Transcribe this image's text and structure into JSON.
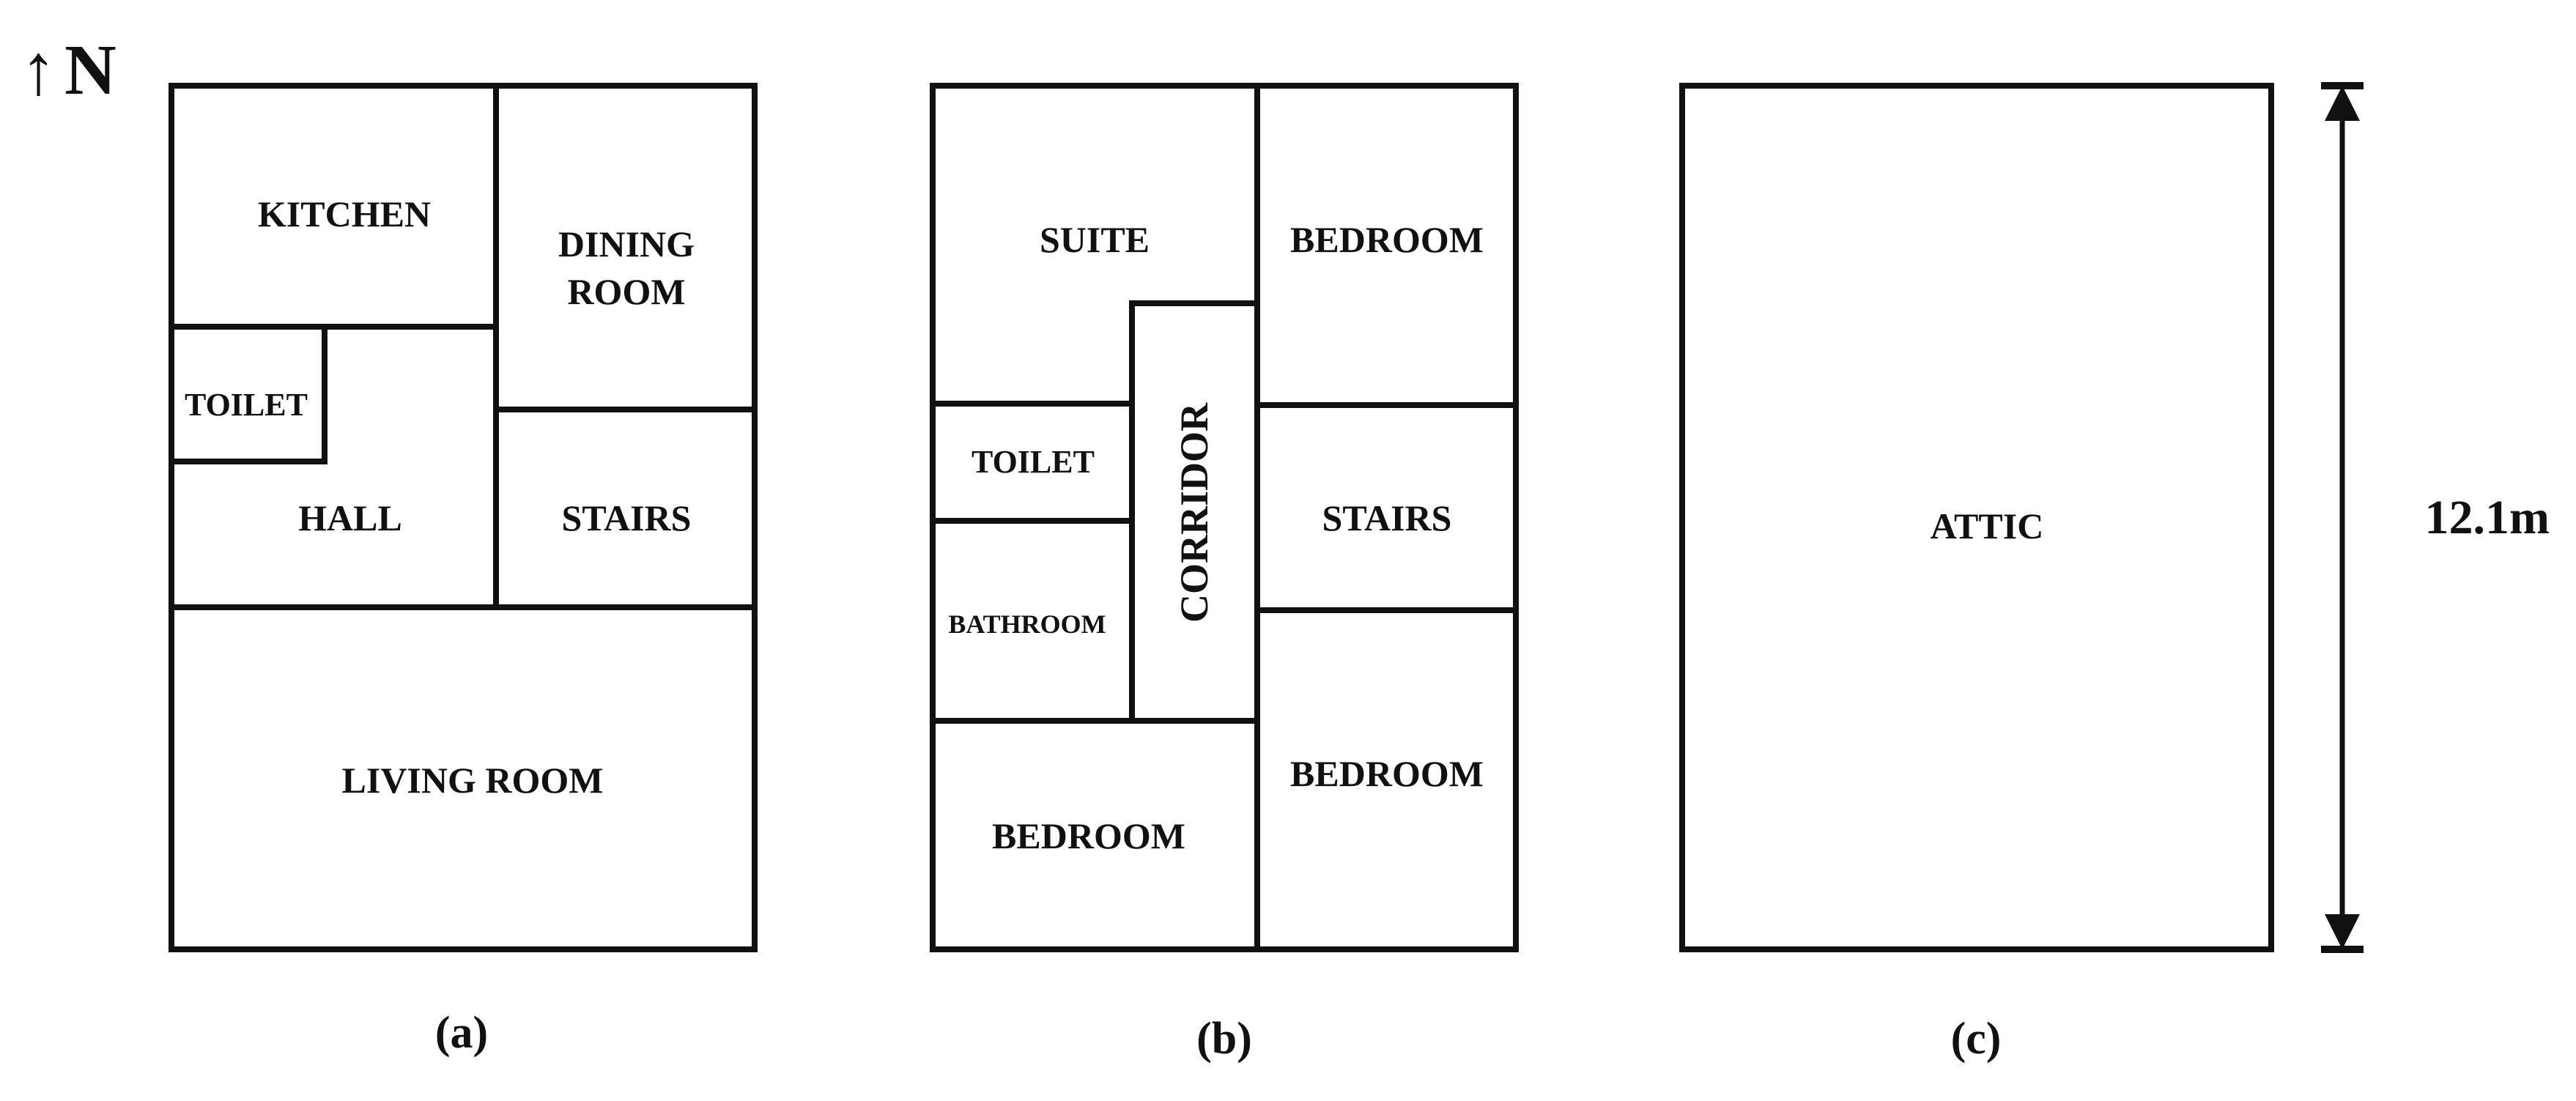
{
  "north": {
    "label": "N",
    "arrow": "↑"
  },
  "plans": [
    {
      "caption": "(a)",
      "rooms": [
        {
          "name": "room-kitchen",
          "lines": [
            "KITCHEN"
          ]
        },
        {
          "name": "room-dining-room",
          "lines": [
            "DINING",
            "ROOM"
          ]
        },
        {
          "name": "room-toilet",
          "lines": [
            "TOILET"
          ]
        },
        {
          "name": "room-hall",
          "lines": [
            "HALL"
          ]
        },
        {
          "name": "room-stairs",
          "lines": [
            "STAIRS"
          ]
        },
        {
          "name": "room-living-room",
          "lines": [
            "LIVING ROOM"
          ]
        }
      ]
    },
    {
      "caption": "(b)",
      "rooms": [
        {
          "name": "room-suite",
          "lines": [
            "SUITE"
          ]
        },
        {
          "name": "room-bedroom-ne",
          "lines": [
            "BEDROOM"
          ]
        },
        {
          "name": "room-toilet",
          "lines": [
            "TOILET"
          ]
        },
        {
          "name": "room-corridor",
          "lines": [
            "CORRIDOR"
          ]
        },
        {
          "name": "room-stairs",
          "lines": [
            "STAIRS"
          ]
        },
        {
          "name": "room-bathroom",
          "lines": [
            "BATHROOM"
          ]
        },
        {
          "name": "room-bedroom-se",
          "lines": [
            "BEDROOM"
          ]
        },
        {
          "name": "room-bedroom-sw",
          "lines": [
            "BEDROOM"
          ]
        }
      ]
    },
    {
      "caption": "(c)",
      "rooms": [
        {
          "name": "room-attic",
          "lines": [
            "ATTIC"
          ]
        }
      ]
    }
  ],
  "dimension": {
    "label": "12.1m"
  },
  "colors": {
    "line": "#111111",
    "background": "#ffffff"
  }
}
